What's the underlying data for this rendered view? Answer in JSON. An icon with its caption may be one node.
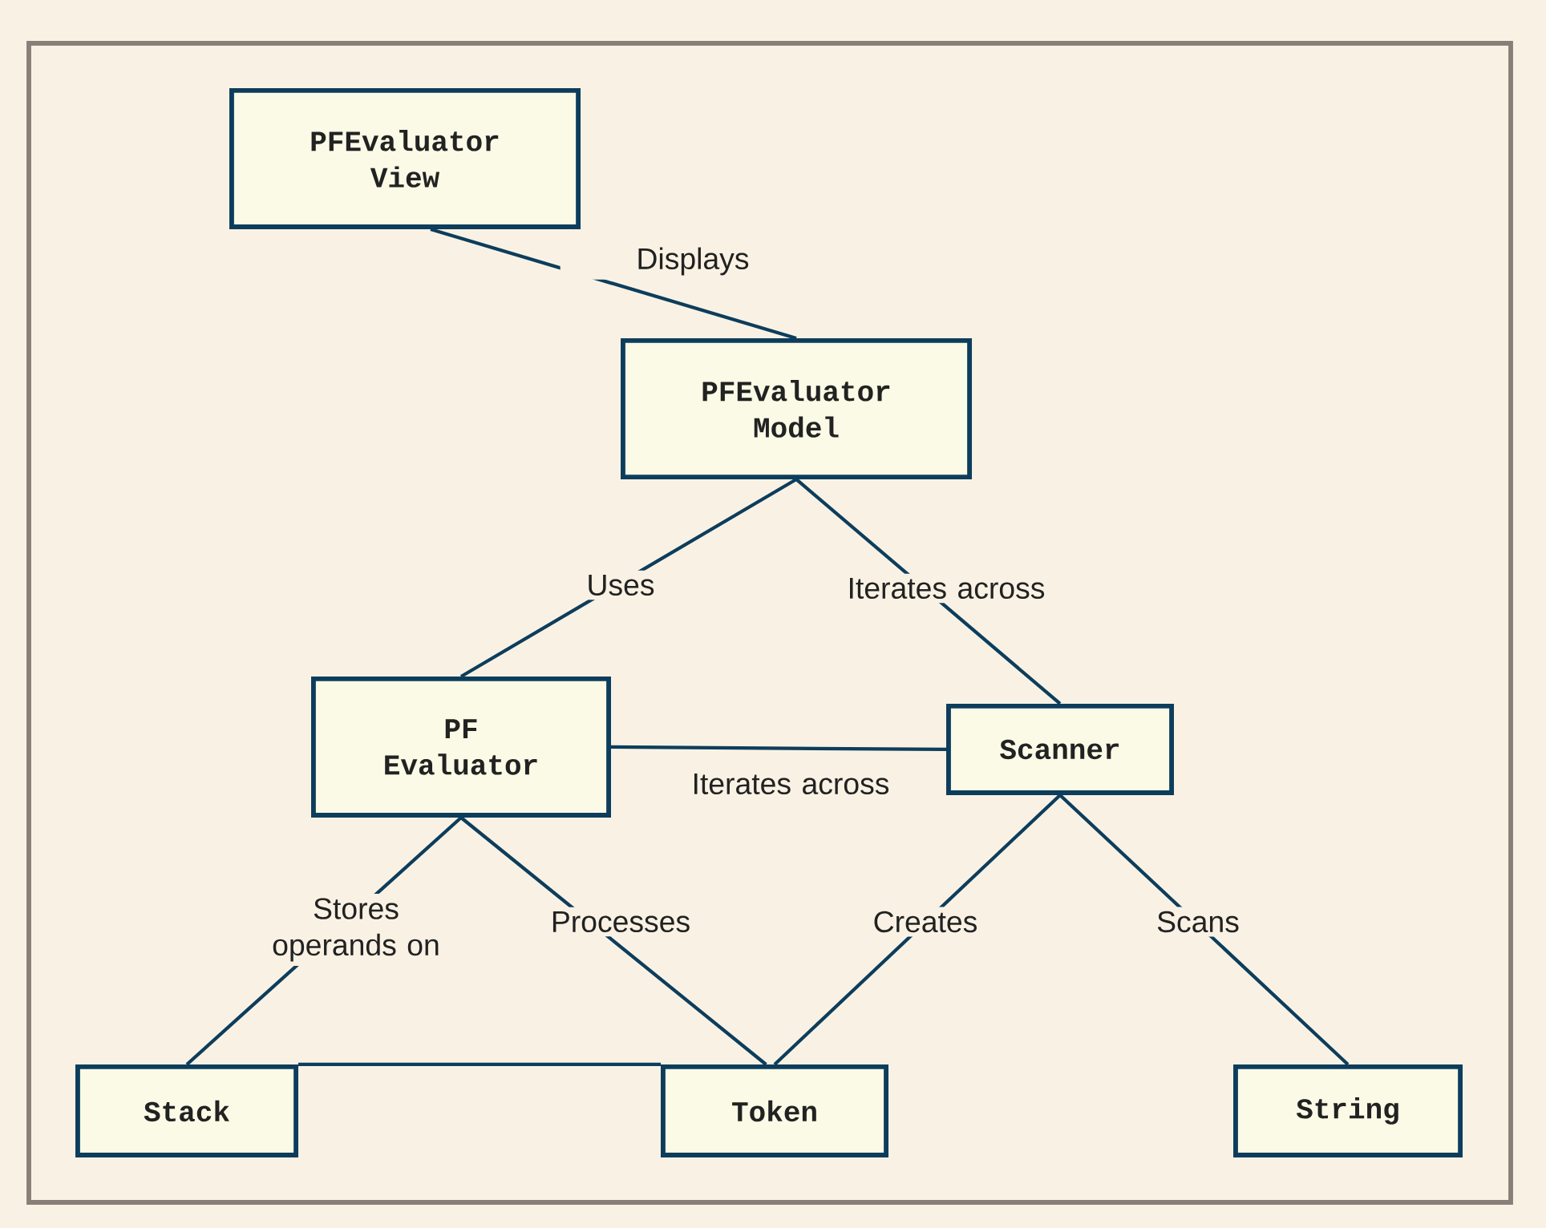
{
  "diagram": {
    "nodes": [
      {
        "text": [
          "PFEvaluator View"
        ]
      },
      {
        "text": [
          "PFEvaluator Model"
        ]
      },
      {
        "text": [
          "PF Evaluator"
        ]
      },
      {
        "text": [
          "Scanner"
        ]
      },
      {
        "text": [
          "Stack"
        ]
      },
      {
        "text": [
          "Token"
        ]
      },
      {
        "text": [
          "String"
        ]
      }
    ],
    "edges": [
      {
        "from": 0,
        "to": 1,
        "arrow": "none",
        "label": "Displays"
      },
      {
        "from": 1,
        "to": 2,
        "arrow": "none",
        "label": "Uses"
      },
      {
        "from": 1,
        "to": 3,
        "arrow": "none",
        "label": "Iterates across"
      },
      {
        "from": 2,
        "to": 3,
        "arrow": "none",
        "label": "Iterates across"
      },
      {
        "from": 2,
        "to": 4,
        "arrow": "none",
        "label": "Stores operands on"
      },
      {
        "from": 2,
        "to": 5,
        "arrow": "none",
        "label": "Processes"
      },
      {
        "from": 3,
        "to": 5,
        "arrow": "none",
        "label": "Creates"
      },
      {
        "from": 3,
        "to": 6,
        "arrow": "none",
        "label": "Scans"
      },
      {
        "from": 4,
        "to": 5,
        "arrow": "none"
      }
    ]
  }
}
